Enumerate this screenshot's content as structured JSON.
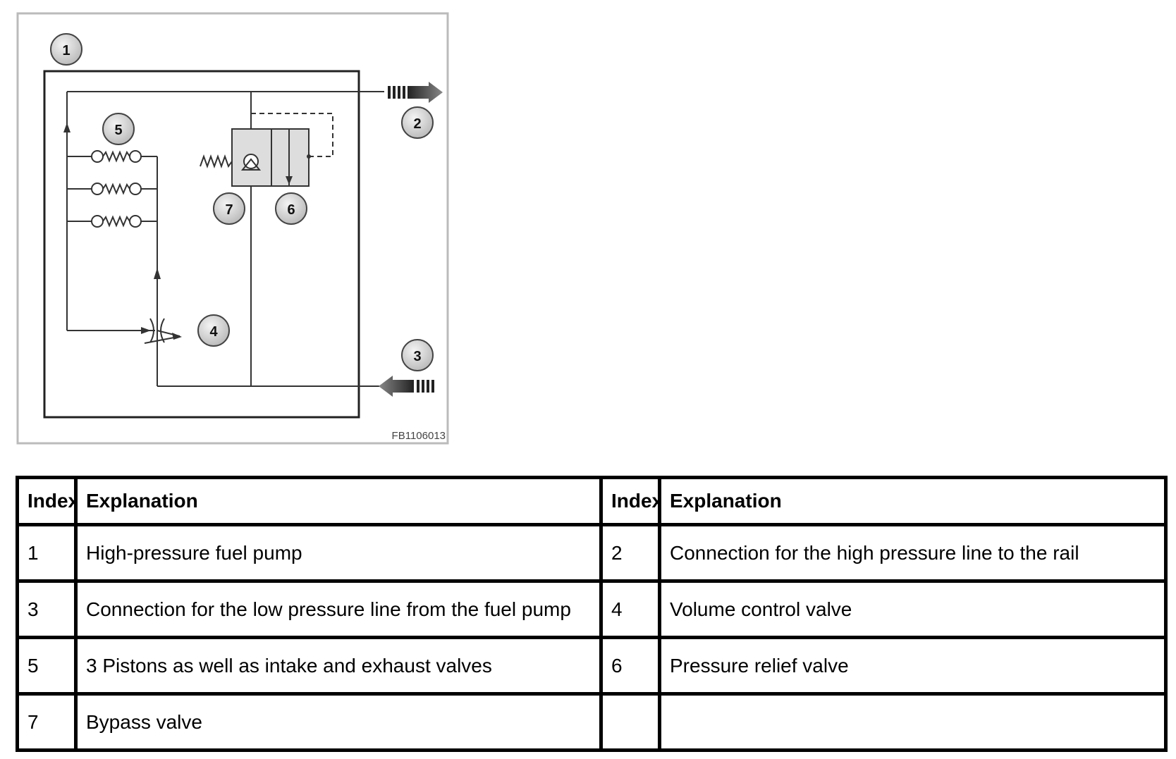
{
  "figure": {
    "id_label": "FB1106013",
    "callouts": [
      "1",
      "2",
      "3",
      "4",
      "5",
      "6",
      "7"
    ]
  },
  "table": {
    "headers": [
      "Index",
      "Explanation",
      "Index",
      "Explanation"
    ],
    "rows": [
      [
        "1",
        "High-pressure fuel pump",
        "2",
        "Connection for the high pressure line to the rail"
      ],
      [
        "3",
        "Connection for the low pressure line from the fuel pump",
        "4",
        "Volume control valve"
      ],
      [
        "5",
        "3 Pistons as well as intake and exhaust valves",
        "6",
        "Pressure relief valve"
      ],
      [
        "7",
        "Bypass valve",
        "",
        ""
      ]
    ]
  },
  "colors": {
    "line": "#333333",
    "callout_fill": "#d6d6d6",
    "frame": "#bbbbbb",
    "valve_body": "#dddddd"
  }
}
